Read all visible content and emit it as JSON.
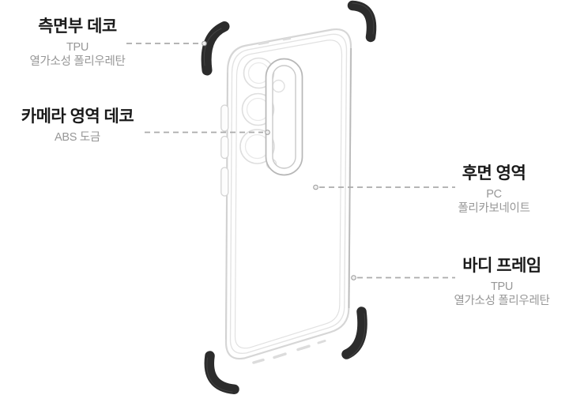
{
  "page": {
    "type": "product-material-infographic",
    "background_color": "#ffffff",
    "colors": {
      "bumper_black": "#2c2c2c",
      "case_outline": "#d6d6d6",
      "camera_ring": "#b7b7b7",
      "leader_line": "#ababab",
      "title_text": "#1a1a1a",
      "subtitle_text": "#979797"
    }
  },
  "illustration": {
    "subject": "transparent-phone-case-rear-view-with-four-black-corner-bumpers"
  },
  "callouts": [
    {
      "id": "side-deco",
      "title": "측면부 데코",
      "lines": [
        "TPU",
        "열가소성 폴리우레탄"
      ]
    },
    {
      "id": "camera-deco",
      "title": "카메라 영역 데코",
      "lines": [
        "ABS 도금"
      ]
    },
    {
      "id": "back-area",
      "title": "후면 영역",
      "lines": [
        "PC",
        "폴리카보네이트"
      ]
    },
    {
      "id": "body-frame",
      "title": "바디 프레임",
      "lines": [
        "TPU",
        "열가소성 폴리우레탄"
      ]
    }
  ]
}
